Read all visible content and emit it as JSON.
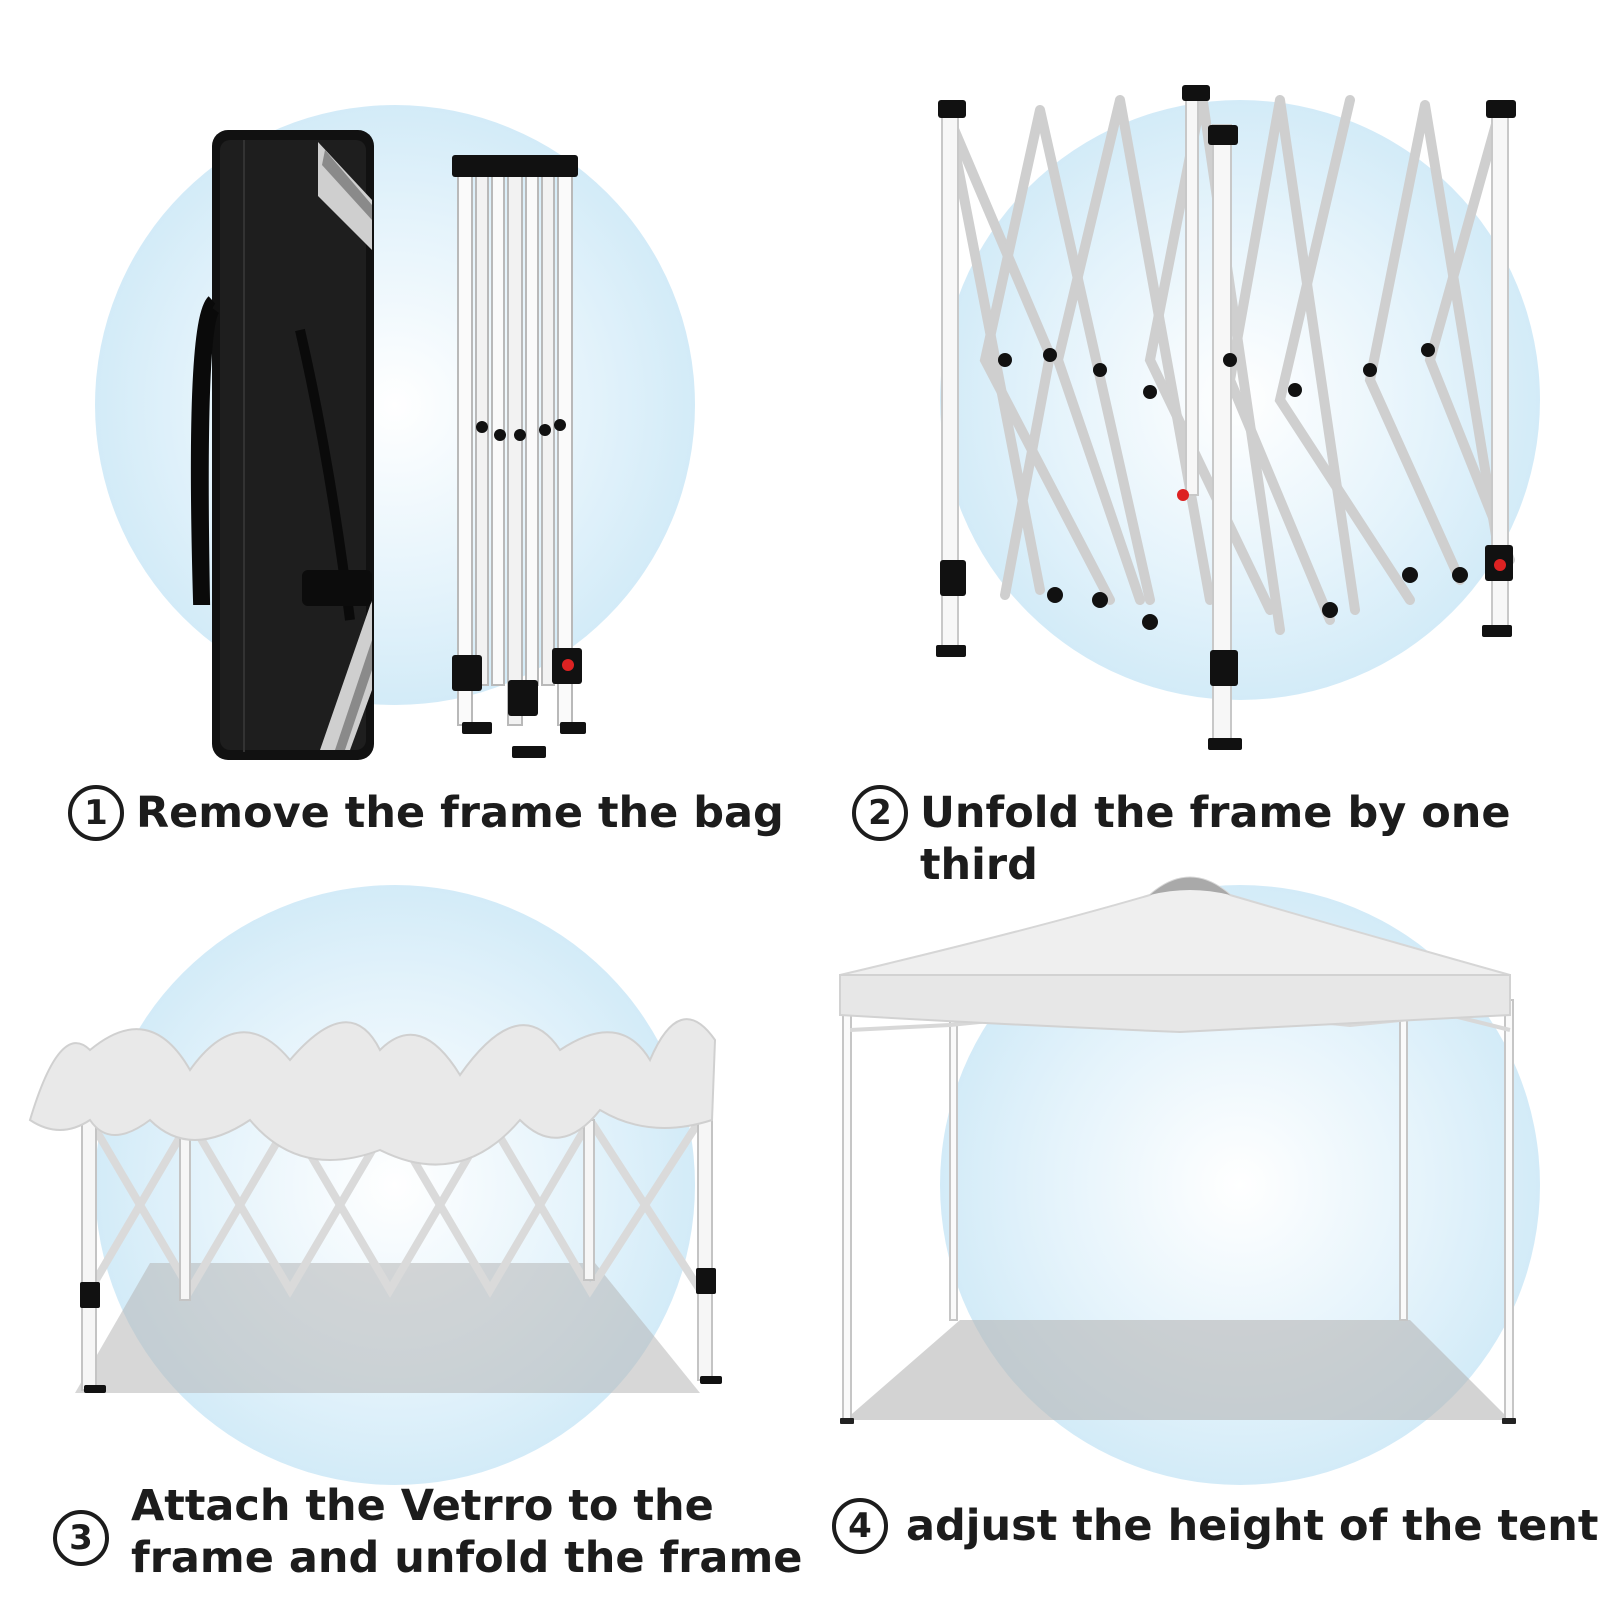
{
  "steps": [
    {
      "number": "1",
      "text": "Remove the frame the bag"
    },
    {
      "number": "2",
      "text": "Unfold the frame by one third"
    },
    {
      "number": "3",
      "text": "Attach the Vetrro to the\nframe and unfold the frame"
    },
    {
      "number": "4",
      "text": "adjust the height of the tent"
    }
  ],
  "icons": {
    "step1": "carry-bag-and-folded-frame-image",
    "step2": "partially-unfolded-frame-image",
    "step3": "frame-with-canopy-image",
    "step4": "assembled-canopy-tent-image"
  },
  "colors": {
    "circle": "#bfe2f4",
    "text": "#1c1c1c",
    "bag": "#111111",
    "frame": "#f5f5f5",
    "canopy": "#e8e8e8"
  }
}
